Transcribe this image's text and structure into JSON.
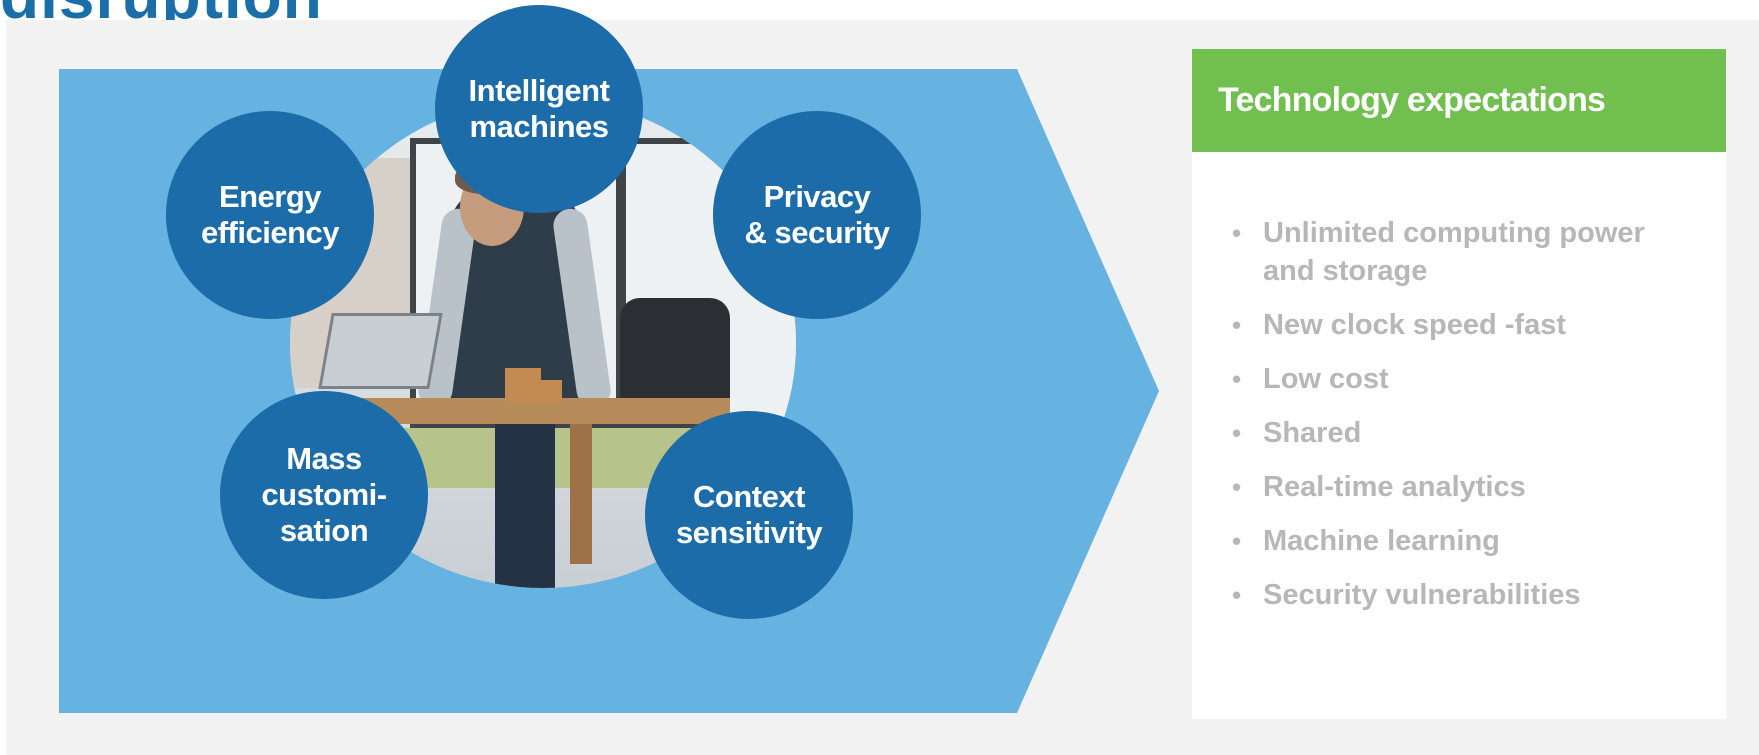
{
  "page": {
    "title_fragment": "disruption"
  },
  "drivers": {
    "items": [
      {
        "id": "intelligent-machines",
        "label": "Intelligent\nmachines"
      },
      {
        "id": "energy-efficiency",
        "label": "Energy\nefficiency"
      },
      {
        "id": "privacy-security",
        "label": "Privacy\n& security"
      },
      {
        "id": "mass-customisation",
        "label": "Mass\ncustomi-\nsation"
      },
      {
        "id": "context-sensitivity",
        "label": "Context\nsensitivity"
      }
    ]
  },
  "expectations": {
    "header": "Technology expectations",
    "bullet_glyph": "•",
    "items": [
      "Unlimited computing power and storage",
      "New clock speed -fast",
      "Low cost",
      "Shared",
      "Real-time analytics",
      "Machine learning",
      "Security vulnerabilities"
    ]
  },
  "colors": {
    "title": "#1a6fa8",
    "panel_bg": "#f2f2f2",
    "chevron": "#66b2e0",
    "bubble": "#1b6ca8",
    "card_header": "#70bf4f",
    "bullet_text": "#b7b7b7"
  }
}
